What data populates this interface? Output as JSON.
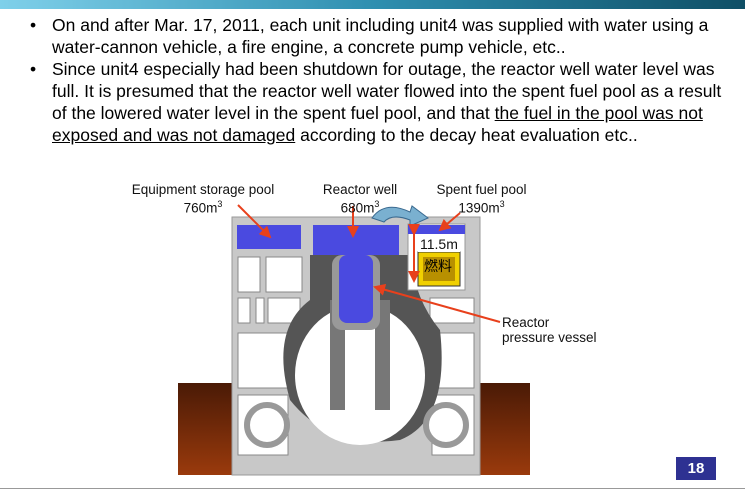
{
  "bullets": [
    {
      "text": "On and after Mar. 17, 2011, each unit including unit4 was supplied with water using a water-cannon vehicle, a fire engine, a concrete pump vehicle, etc.."
    },
    {
      "text_before": "Since unit4 especially had been shutdown for outage, the reactor well water level was full. It is presumed that the reactor well water flowed into the spent fuel pool as a result of the lowered water level in the spent fuel pool, and that ",
      "underlined": "the fuel in the pool was not exposed and was not damaged",
      "text_after": " according to the decay heat evaluation etc.."
    }
  ],
  "diagram": {
    "equipment_pool": {
      "label": "Equipment storage pool",
      "volume": "760m",
      "unit_sup": "3"
    },
    "reactor_well": {
      "label": "Reactor well",
      "volume": "680m",
      "unit_sup": "3"
    },
    "spent_fuel_pool": {
      "label": "Spent fuel pool",
      "volume": "1390m",
      "unit_sup": "3"
    },
    "depth": "11.5m",
    "fuel_label": "燃料",
    "rpv_label_1": "Reactor",
    "rpv_label_2": "pressure vessel",
    "colors": {
      "water": "#4a4ae0",
      "arrow": "#e8401c",
      "building": "#c8c8c8",
      "ground": "#7a2a0a"
    }
  },
  "page_number": "18"
}
